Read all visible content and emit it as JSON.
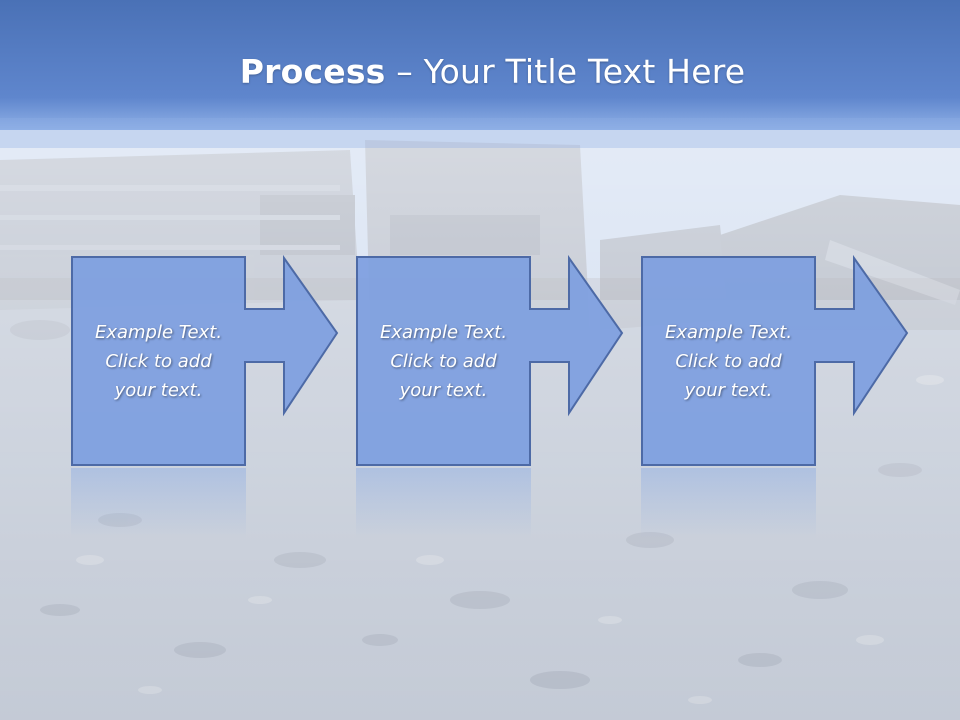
{
  "slide": {
    "title_bold": "Process",
    "title_rest": " – Your Title Text Here"
  },
  "steps": [
    {
      "text": "Example Text.\nClick  to add\nyour text."
    },
    {
      "text": "Example Text.\nClick  to add\nyour text."
    },
    {
      "text": "Example Text.\nClick  to add\nyour text."
    }
  ],
  "colors": {
    "header_blue": "#5b82c9",
    "box_fill": "#7d9ee0",
    "box_border": "#4d6aa6",
    "text": "#ffffff"
  }
}
